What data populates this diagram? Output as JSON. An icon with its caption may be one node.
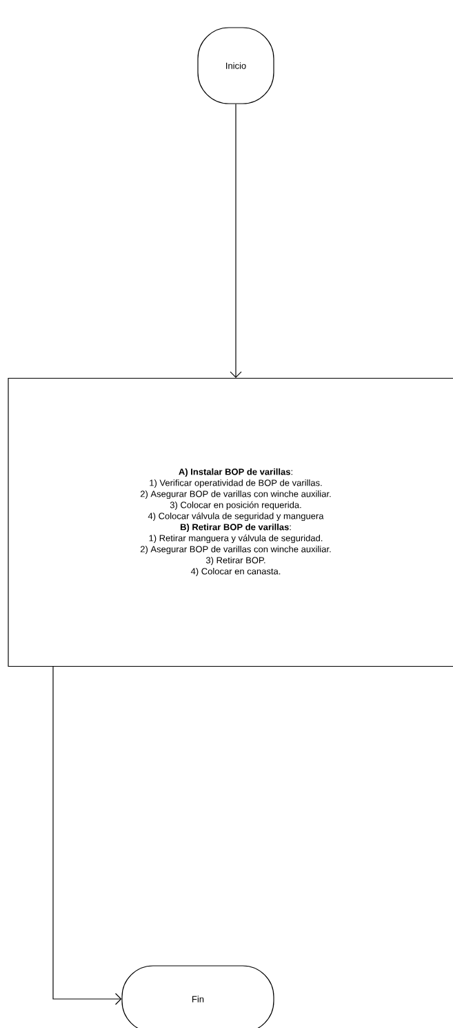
{
  "diagram": {
    "nodes": [
      {
        "text": [
          "Inicio"
        ]
      },
      {
        "text": [
          "**A) Instalar BOP de varillas**:",
          "1) Verificar operatividad de BOP de varillas.",
          "2) Asegurar BOP de varillas con winche auxiliar.",
          "3) Colocar en posición requerida.",
          "4) Colocar válvula de seguridad y manguera",
          "**B) Retirar BOP de varillas**:",
          "1) Retirar manguera y válvula de seguridad.",
          "2) Asegurar BOP de varillas con winche auxiliar.",
          "3) Retirar BOP.",
          "4) Colocar en canasta."
        ]
      },
      {
        "text": [
          "Fin"
        ]
      }
    ],
    "edges": [
      {
        "from": 0,
        "to": 1,
        "arrow": "to"
      },
      {
        "from": 1,
        "to": 2,
        "arrow": "to"
      }
    ]
  }
}
